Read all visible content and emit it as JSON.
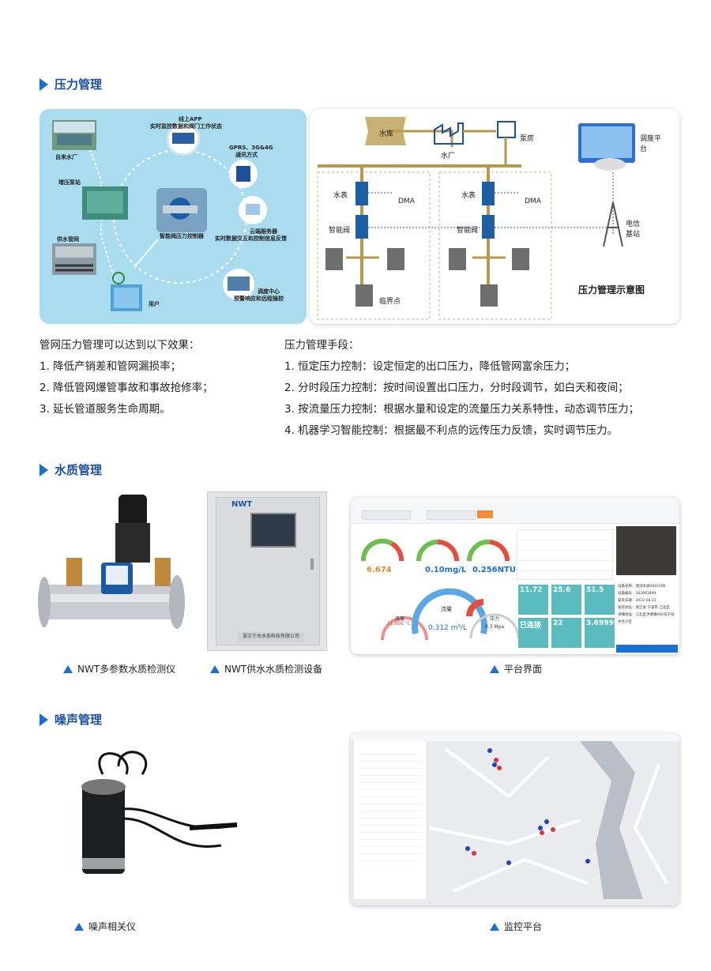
{
  "pressure": {
    "title": "压力管理",
    "left_diagram": {
      "center_label": "智能阀压力控制器",
      "items": [
        "自来水厂",
        "增压泵站",
        "供水管网",
        "用户",
        "线上APP",
        "实时监控数据和阀门工作状态",
        "GPRS、3G&4G",
        "通讯方式",
        "云端服务器",
        "实时数据交互和控制信息反馈",
        "调度中心",
        "预警响应和远程操控"
      ]
    },
    "right_diagram": {
      "reservoir": "水库",
      "plant": "水厂",
      "pump": "泵房",
      "dispatch": "调度平台",
      "meter": "水表",
      "dma": "DMA",
      "valve": "智能阀",
      "critical": "临界点",
      "telecom": "电信基站",
      "title": "压力管理示意图"
    },
    "effects_title": "管网压力管理可以达到以下效果：",
    "effects": [
      "1. 降低产销差和管网漏损率；",
      "2. 降低管网爆管事故和事故抢修率；",
      "3. 延长管道服务生命周期。"
    ],
    "methods_title": "压力管理手段：",
    "methods": [
      "1. 恒定压力控制：设定恒定的出口压力，降低管网富余压力；",
      "2. 分时段压力控制：按时间设置出口压力，分时段调节，如白天和夜间；",
      "3. 按流量压力控制：根据水量和设定的流量压力关系特性，动态调节压力；",
      "4. 机器学习智能控制：根据最不利点的远传压力反馈，实时调节压力。"
    ]
  },
  "water_quality": {
    "title": "水质管理",
    "captions": [
      "NWT多参数水质检测仪",
      "NWT供水水质检测设备",
      "平台界面"
    ],
    "cabinet": {
      "brand": "NWT",
      "nameplate": "浙江宁水水务科技有限公司"
    },
    "platform": {
      "gauges": [
        {
          "value": "6.674",
          "fill": 0.55
        },
        {
          "value": "0.10mg/L",
          "fill": 0.3
        },
        {
          "value": "0.256NTU",
          "fill": 0.35
        }
      ],
      "tiles": [
        "11.72",
        "25.6",
        "51.5",
        "已连接",
        "22",
        "3.69999"
      ],
      "flow_value": "0.312 m³/L",
      "temp_value": "21.805 ℃",
      "pressure_value": "0.3 Mpa",
      "flow_label": "流量",
      "temp_label": "温度",
      "pressure_label": "压力",
      "info": [
        "设备名称：测试水质0001590",
        "设备编号：363061899",
        "安装日期：2022-08-31",
        "安装地址：浙江省 宁波市 江北区",
        "详细地址：江北区洪塘镇660号宁波水务小区"
      ]
    }
  },
  "noise": {
    "title": "噪声管理",
    "captions": [
      "噪声相关仪",
      "监控平台"
    ]
  },
  "colors": {
    "accent": "#1c6fd1",
    "title": "#1c4f9c",
    "pipe": "#b59a4e",
    "panel_bg": "#a9dcef",
    "teal": "#5bbcbf"
  }
}
